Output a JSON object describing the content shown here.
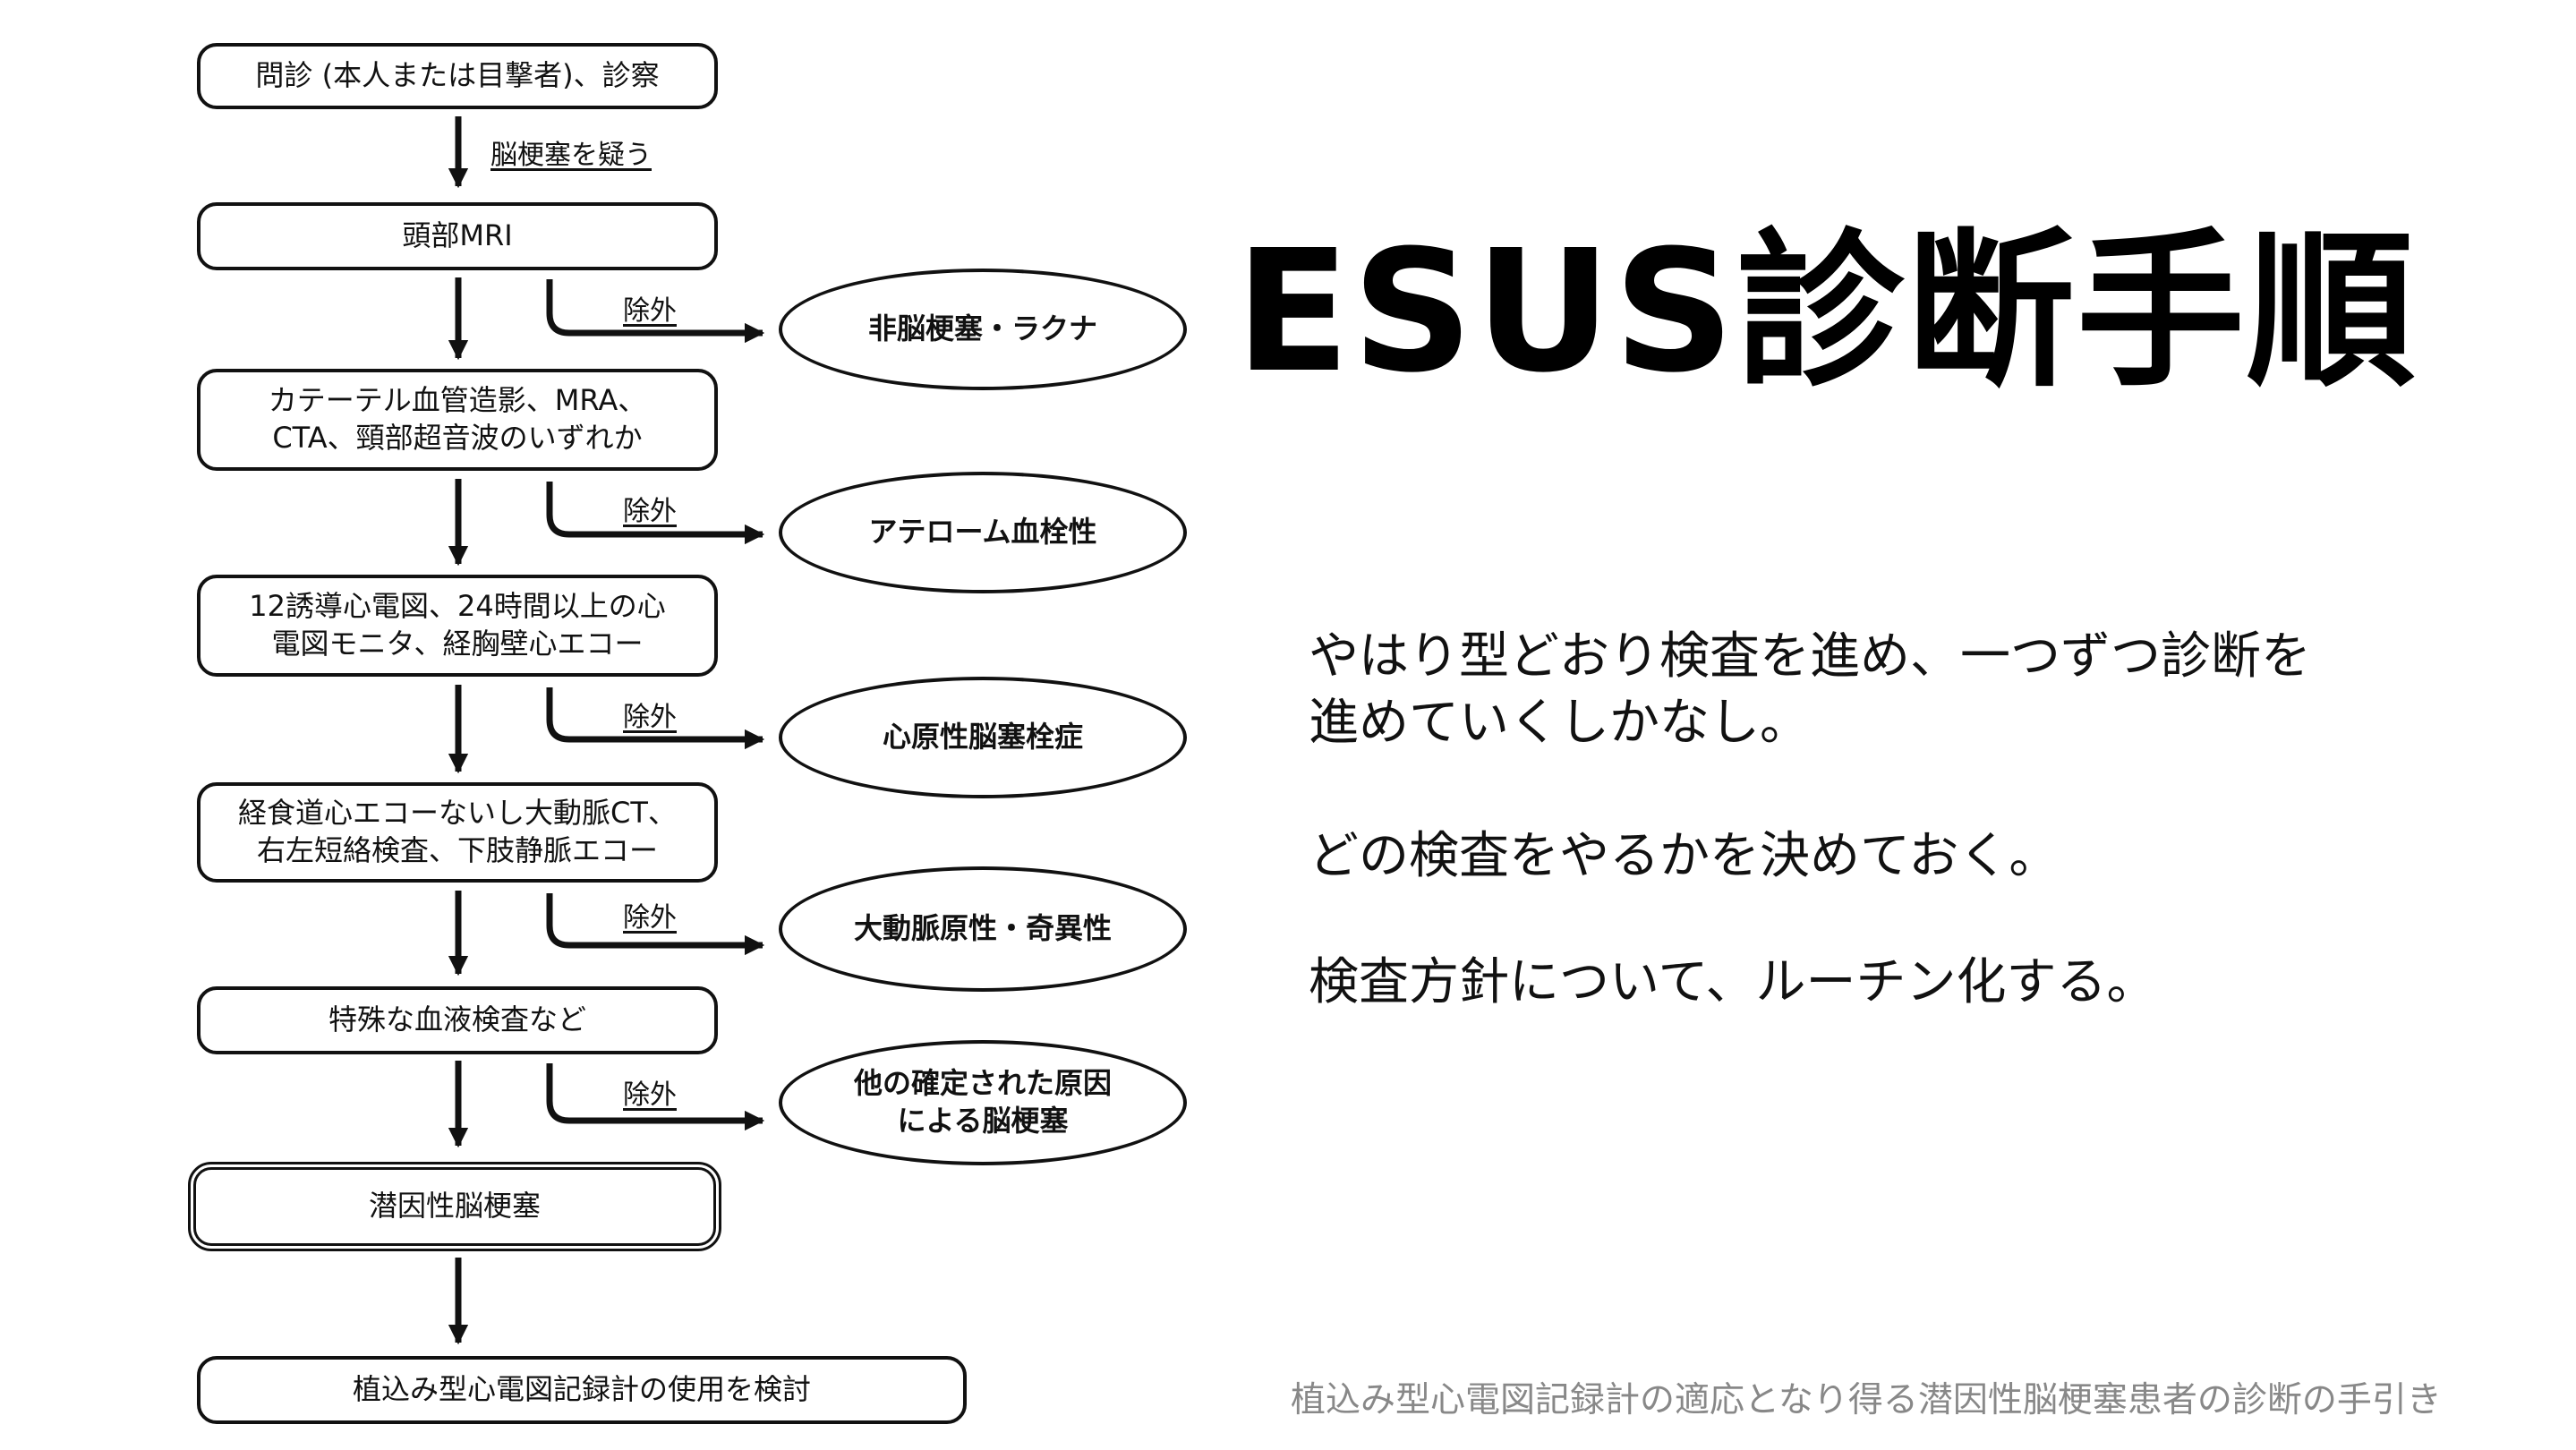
{
  "title": "ESUS診断手順",
  "body_paragraphs": [
    "やはり型どおり検査を進め、一つずつ診断を\n進めていくしかなし。",
    "どの検査をやるかを決めておく。",
    "検査方針について、ルーチン化する。"
  ],
  "source": "植込み型心電図記録計の適応となり得る潜因性脳梗塞患者の診断の手引き",
  "flowchart": {
    "steps": [
      "問診 (本人または目撃者)、診察",
      "頭部MRI",
      "カテーテル血管造影、MRA、\nCTA、頸部超音波のいずれか",
      "12誘導心電図、24時間以上の心\n電図モニタ、経胸壁心エコー",
      "経食道心エコーないし大動脈CT、\n右左短絡検査、下肢静脈エコー",
      "特殊な血液検査など",
      "潜因性脳梗塞",
      "植込み型心電図記録計の使用を検討"
    ],
    "first_arrow_label": "脳梗塞を疑う",
    "exclude_label": "除外",
    "outcomes": [
      "非脳梗塞・ラクナ",
      "アテローム血栓性",
      "心原性脳塞栓症",
      "大動脈原性・奇異性",
      "他の確定された原因\nによる脳梗塞"
    ]
  }
}
